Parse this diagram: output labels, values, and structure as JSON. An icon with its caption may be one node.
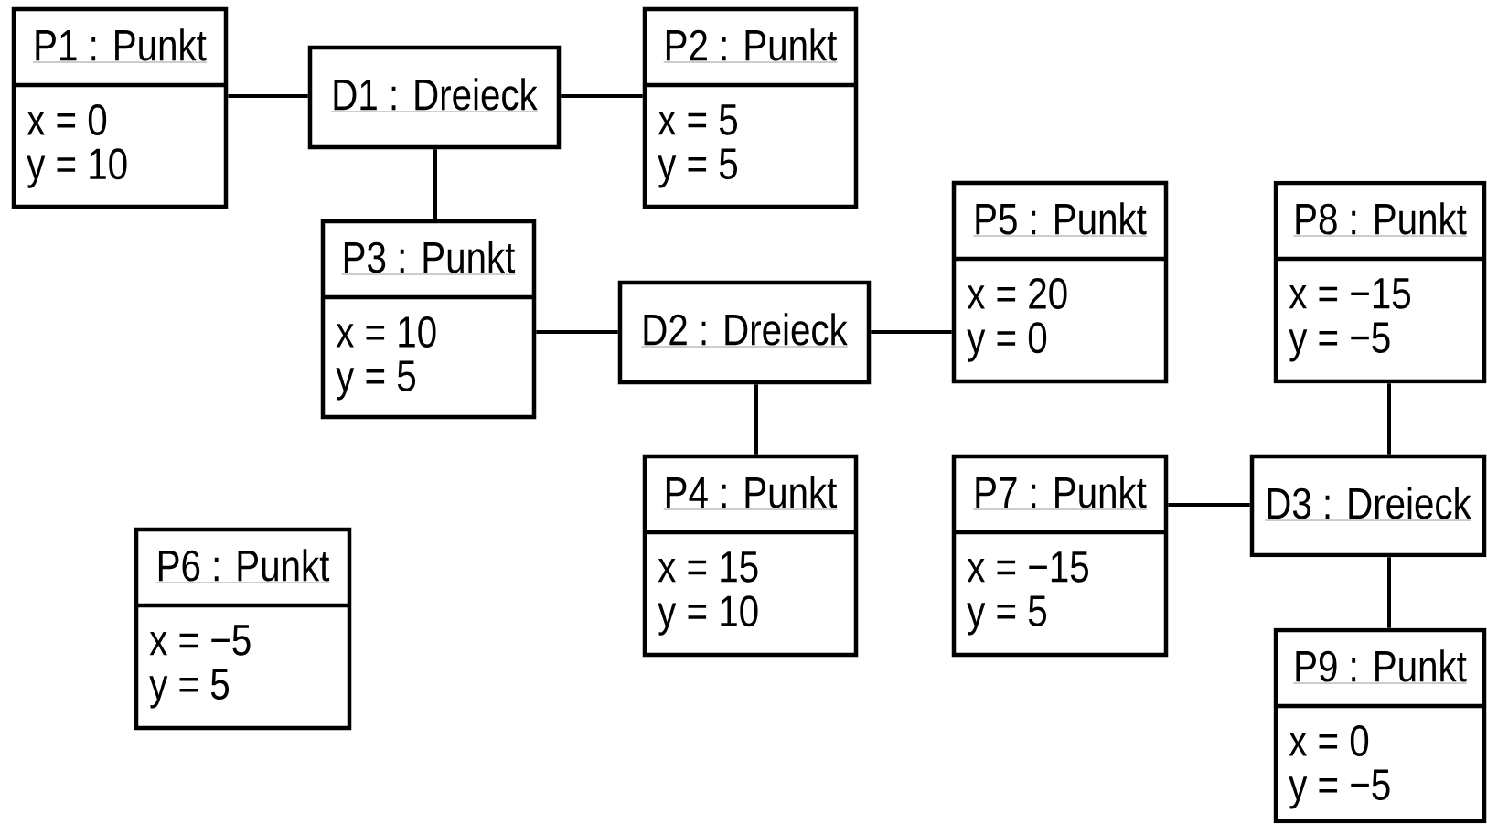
{
  "diagram": {
    "nodes": [
      {
        "text": [
          "P1 : Punkt",
          "x = 0",
          "y = 10"
        ]
      },
      {
        "text": [
          "D1 : Dreieck"
        ]
      },
      {
        "text": [
          "P2 : Punkt",
          "x = 5",
          "y = 5"
        ]
      },
      {
        "text": [
          "P5 : Punkt",
          "x = 20",
          "y = 0"
        ]
      },
      {
        "text": [
          "P8 : Punkt",
          "x = −15",
          "y = −5"
        ]
      },
      {
        "text": [
          "P3 : Punkt",
          "x = 10",
          "y = 5"
        ]
      },
      {
        "text": [
          "D2 : Dreieck"
        ]
      },
      {
        "text": [
          "P4 : Punkt",
          "x = 15",
          "y = 10"
        ]
      },
      {
        "text": [
          "P7 : Punkt",
          "x = −15",
          "y = 5"
        ]
      },
      {
        "text": [
          "D3 : Dreieck"
        ]
      },
      {
        "text": [
          "P6 : Punkt",
          "x = −5",
          "y = 5"
        ]
      },
      {
        "text": [
          "P9 : Punkt",
          "x = 0",
          "y = −5"
        ]
      }
    ],
    "edges": [
      {
        "from": 0,
        "to": 1,
        "arrow": "none"
      },
      {
        "from": 1,
        "to": 2,
        "arrow": "none"
      },
      {
        "from": 1,
        "to": 5,
        "arrow": "none"
      },
      {
        "from": 5,
        "to": 6,
        "arrow": "none"
      },
      {
        "from": 6,
        "to": 3,
        "arrow": "none"
      },
      {
        "from": 6,
        "to": 7,
        "arrow": "none"
      },
      {
        "from": 8,
        "to": 9,
        "arrow": "none"
      },
      {
        "from": 4,
        "to": 9,
        "arrow": "none"
      },
      {
        "from": 9,
        "to": 11,
        "arrow": "none"
      }
    ]
  }
}
